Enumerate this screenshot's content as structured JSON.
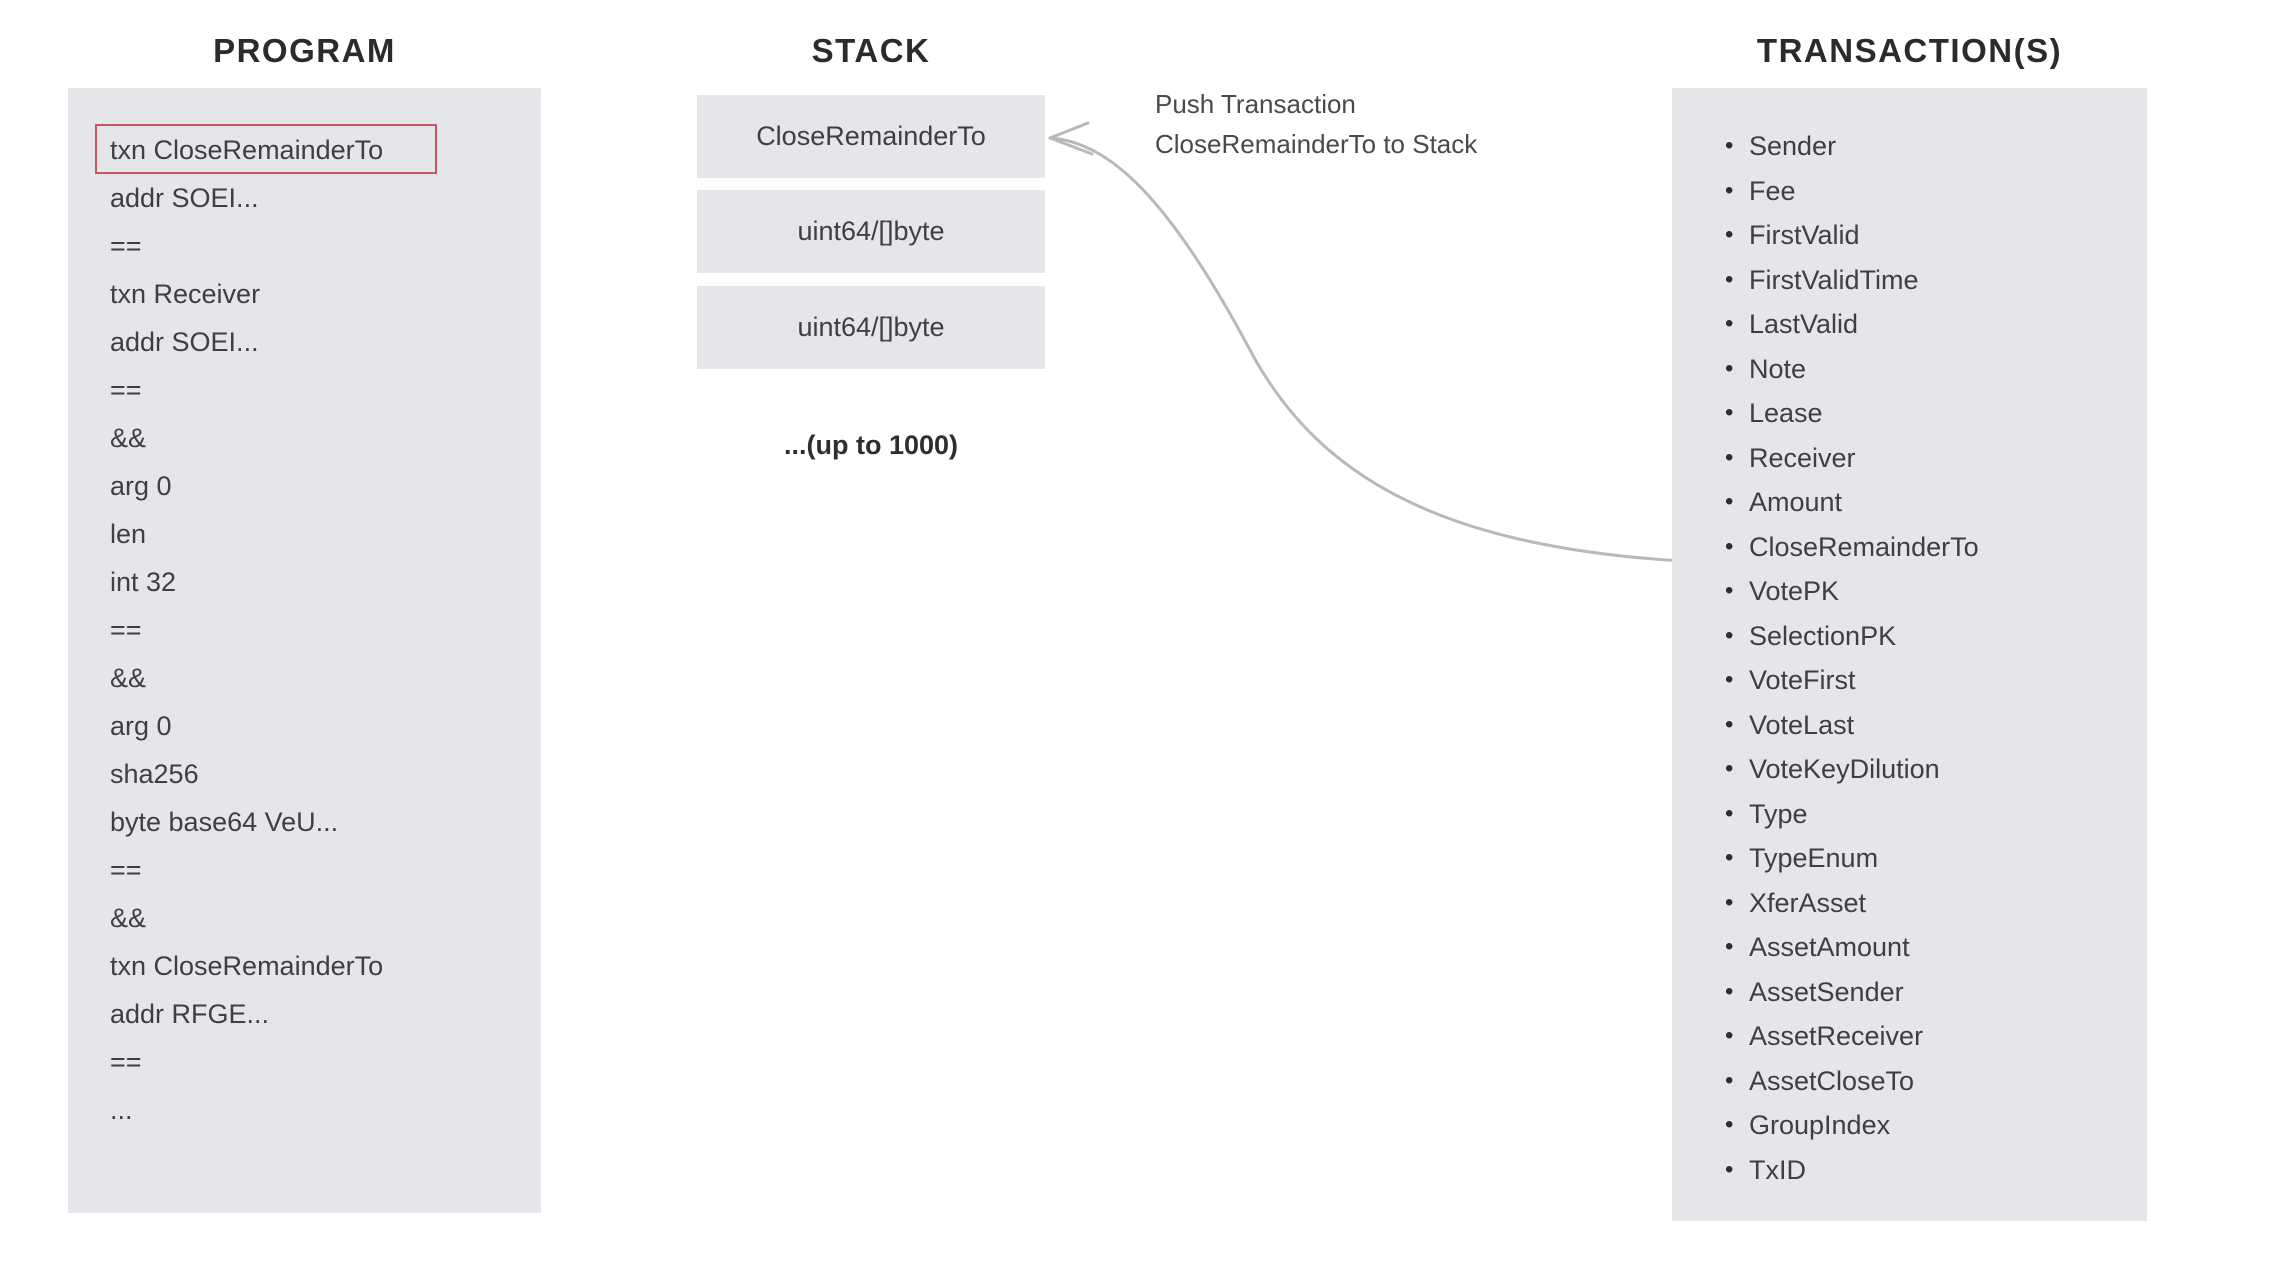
{
  "columns": {
    "program": {
      "header": "PROGRAM",
      "highlighted_line_index": 0,
      "lines": [
        "txn CloseRemainderTo",
        "addr SOEI...",
        "==",
        "txn Receiver",
        "addr SOEI...",
        "==",
        "&&",
        "arg 0",
        "len",
        "int 32",
        "==",
        "&&",
        "arg 0",
        "sha256",
        "byte base64 VeU...",
        "==",
        "&&",
        "txn CloseRemainderTo",
        "addr RFGE...",
        "==",
        "..."
      ]
    },
    "stack": {
      "header": "STACK",
      "boxes": [
        "CloseRemainderTo",
        "uint64/[]byte",
        "uint64/[]byte"
      ],
      "more_label": "...(up to 1000)"
    },
    "transactions": {
      "header": "TRANSACTION(S)",
      "fields": [
        "Sender",
        "Fee",
        "FirstValid",
        "FirstValidTime",
        "LastValid",
        "Note",
        "Lease",
        "Receiver",
        "Amount",
        "CloseRemainderTo",
        "VotePK",
        "SelectionPK",
        "VoteFirst",
        "VoteLast",
        "VoteKeyDilution",
        "Type",
        "TypeEnum",
        "XferAsset",
        "AssetAmount",
        "AssetSender",
        "AssetReceiver",
        "AssetCloseTo",
        "GroupIndex",
        "TxID"
      ]
    }
  },
  "annotation": {
    "line1": "Push Transaction",
    "line2": "CloseRemainderTo to Stack"
  },
  "colors": {
    "panel_background": "#e4e6e9",
    "page_background": "#ffffff",
    "highlight_border": "#c85563",
    "text": "#3f3f3f",
    "header_text": "#2b2b2b",
    "arrow": "#b8b8b8"
  }
}
